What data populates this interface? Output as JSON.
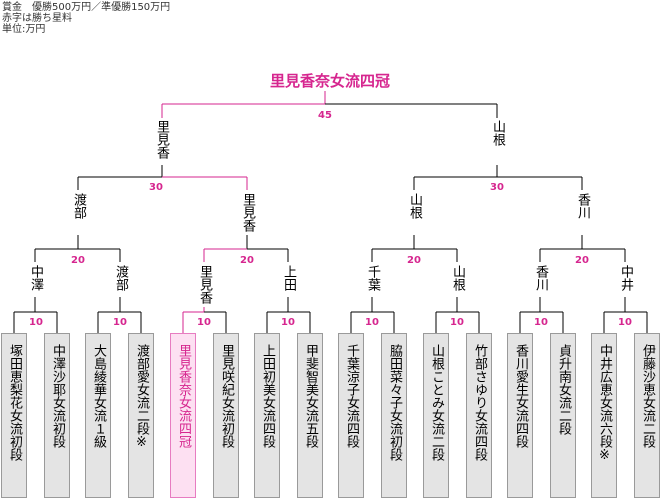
{
  "info": {
    "prize": "賞金　優勝500万円／準優勝150万円",
    "note_red": "赤字は勝ち星料",
    "unit": "単位:万円"
  },
  "champion": "里見香奈女流四冠",
  "final": {
    "score": "45",
    "left": "里見香",
    "right": "山根"
  },
  "semis": [
    {
      "score": "30",
      "left": "渡部",
      "right": "里見香"
    },
    {
      "score": "30",
      "left": "山根",
      "right": "香川"
    }
  ],
  "quarters": [
    {
      "score": "20",
      "left": "中澤",
      "right": "渡部"
    },
    {
      "score": "20",
      "left": "里見香",
      "right": "上田"
    },
    {
      "score": "20",
      "left": "千葉",
      "right": "山根"
    },
    {
      "score": "20",
      "left": "香川",
      "right": "中井"
    }
  ],
  "r1_scores": [
    "10",
    "10",
    "10",
    "10",
    "10",
    "10",
    "10",
    "10"
  ],
  "players": [
    "塚田恵梨花女流初段",
    "中澤沙耶女流初段",
    "大島綾華女流１級",
    "渡部愛女流二段※",
    "里見香奈女流四冠",
    "里見咲紀女流初段",
    "上田初美女流四段",
    "甲斐智美女流五段",
    "千葉涼子女流四段",
    "脇田菜々子女流初段",
    "山根ことみ女流二段",
    "竹部さゆり女流四段",
    "香川愛生女流四段",
    "貞升南女流二段",
    "中井広恵女流六段※",
    "伊藤沙恵女流二段"
  ],
  "colors": {
    "win": "#d6268f",
    "line": "#000000",
    "box": "#e4e4e4",
    "win_box": "#fde0f2"
  }
}
